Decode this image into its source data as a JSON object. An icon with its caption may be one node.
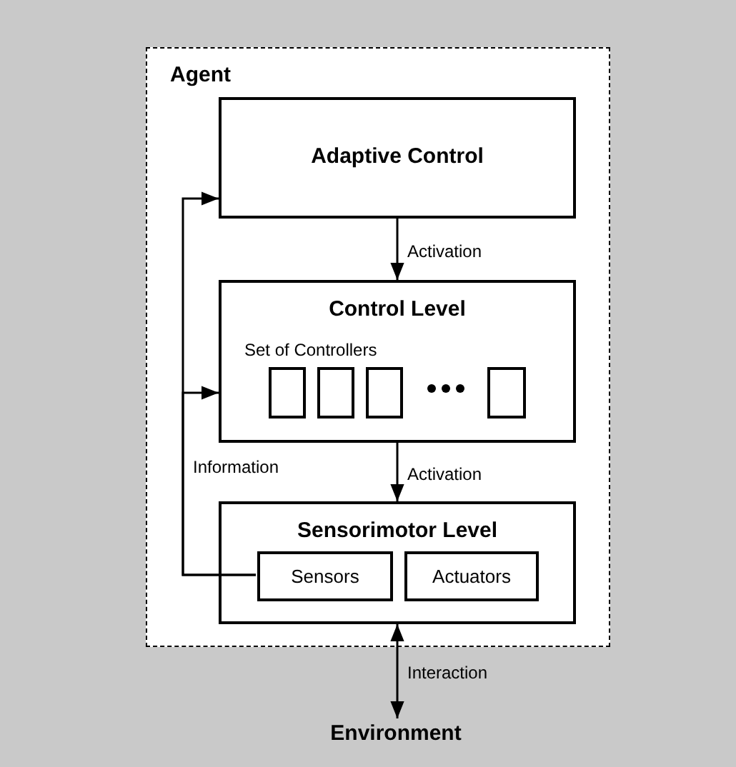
{
  "diagram": {
    "nodes": [
      {
        "text": [
          "Agent"
        ]
      },
      {
        "text": [
          "Adaptive Control"
        ],
        "in": 0
      },
      {
        "text": [
          "Control Level",
          "Set of Controllers"
        ],
        "in": 0
      },
      {
        "text": [],
        "shape": "box",
        "in": 2
      },
      {
        "text": [],
        "shape": "box",
        "in": 2
      },
      {
        "text": [],
        "shape": "box",
        "in": 2
      },
      {
        "text": [],
        "shape": "box",
        "in": 2
      },
      {
        "text": [
          "Sensorimotor Level"
        ],
        "in": 0
      },
      {
        "text": [
          "Sensors"
        ],
        "in": 7
      },
      {
        "text": [
          "Actuators"
        ],
        "in": 7
      },
      {
        "text": [
          "Environment"
        ]
      }
    ],
    "edges": [
      {
        "from": 1,
        "to": 2,
        "arrow": "to",
        "label": "Activation"
      },
      {
        "from": 2,
        "to": 7,
        "arrow": "to",
        "label": "Activation"
      },
      {
        "from": 8,
        "to": 1,
        "arrow": "to",
        "label": "Information"
      },
      {
        "from": 8,
        "to": 2,
        "arrow": "to"
      },
      {
        "from": 7,
        "to": 10,
        "arrow": "both",
        "label": "Interaction"
      }
    ]
  }
}
